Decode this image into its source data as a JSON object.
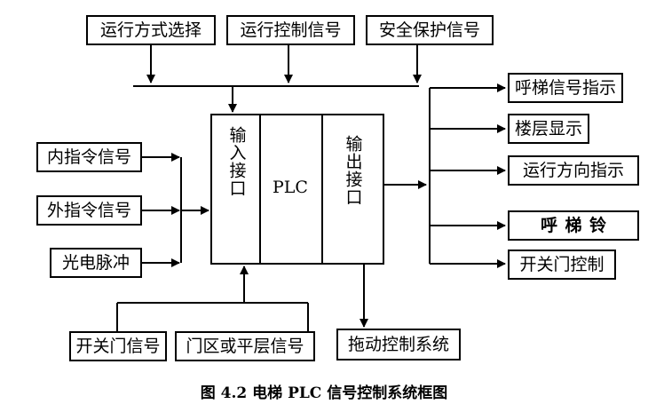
{
  "top_inputs": [
    "运行方式选择",
    "运行控制信号",
    "安全保护信号"
  ],
  "left_inputs": [
    "内指令信号",
    "外指令信号",
    "光电脉冲"
  ],
  "bottom_inputs": [
    "开关门信号",
    "门区或平层信号"
  ],
  "outputs": [
    "呼梯信号指示",
    "楼层显示",
    "运行方向指示",
    "呼梯铃",
    "开关门控制"
  ],
  "drive_output": "拖动控制系统",
  "plc": {
    "input_port": "输入接口",
    "core": "PLC",
    "output_port": "输出接口"
  },
  "caption": "图 4.2  电梯 PLC 信号控制系统框图"
}
